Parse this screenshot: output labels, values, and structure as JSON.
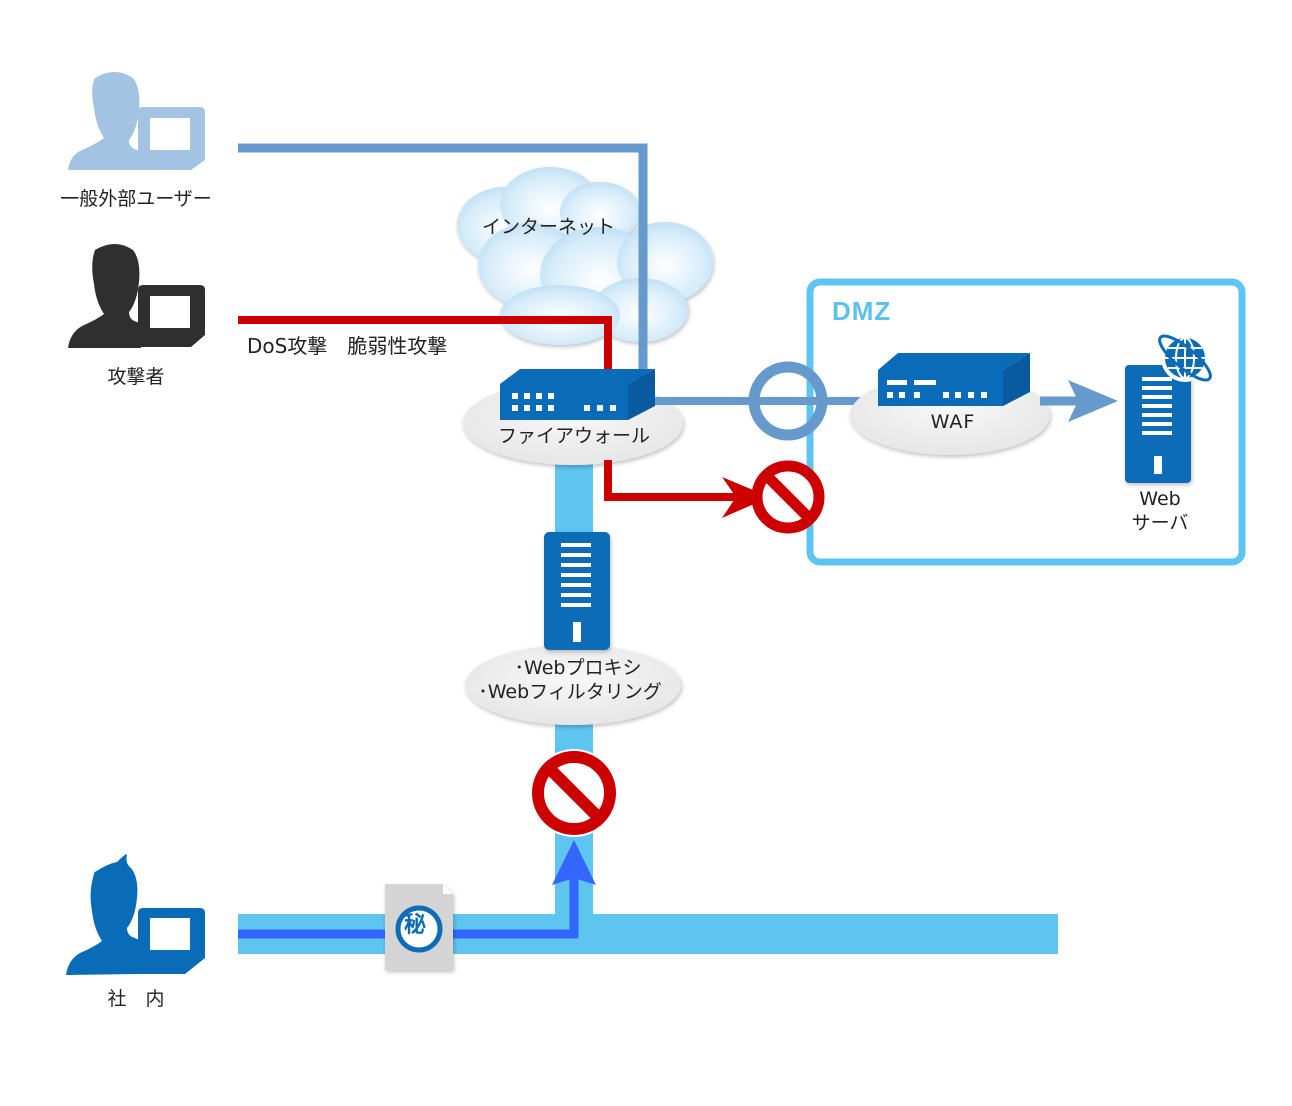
{
  "actors": {
    "external_user": {
      "label": "一般外部ユーザー",
      "color": "#a3c3e3"
    },
    "attacker": {
      "label": "攻撃者",
      "color": "#2f2f2f"
    },
    "internal": {
      "label": "社　内",
      "color": "#0a6cb8"
    }
  },
  "cloud": {
    "label": "インターネット"
  },
  "attack_label": "DoS攻撃　脆弱性攻撃",
  "devices": {
    "firewall": {
      "label": "ファイアウォール"
    },
    "waf": {
      "label": "WAF"
    },
    "web_server": {
      "label_line1": "Web",
      "label_line2": "サーバ"
    },
    "proxy": {
      "label_line1": "･Webプロキシ",
      "label_line2": "･Webフィルタリング"
    }
  },
  "dmz": {
    "title": "DMZ",
    "color": "#5ac0ee"
  },
  "secret_doc": {
    "glyph": "秘"
  },
  "colors": {
    "external_line": "#6699cc",
    "attack_line": "#cc0000",
    "internal_pipe": "#5ec4f0",
    "internal_flow": "#3366ff",
    "device_blue": "#0a6cb8",
    "block_red": "#cc0000"
  }
}
